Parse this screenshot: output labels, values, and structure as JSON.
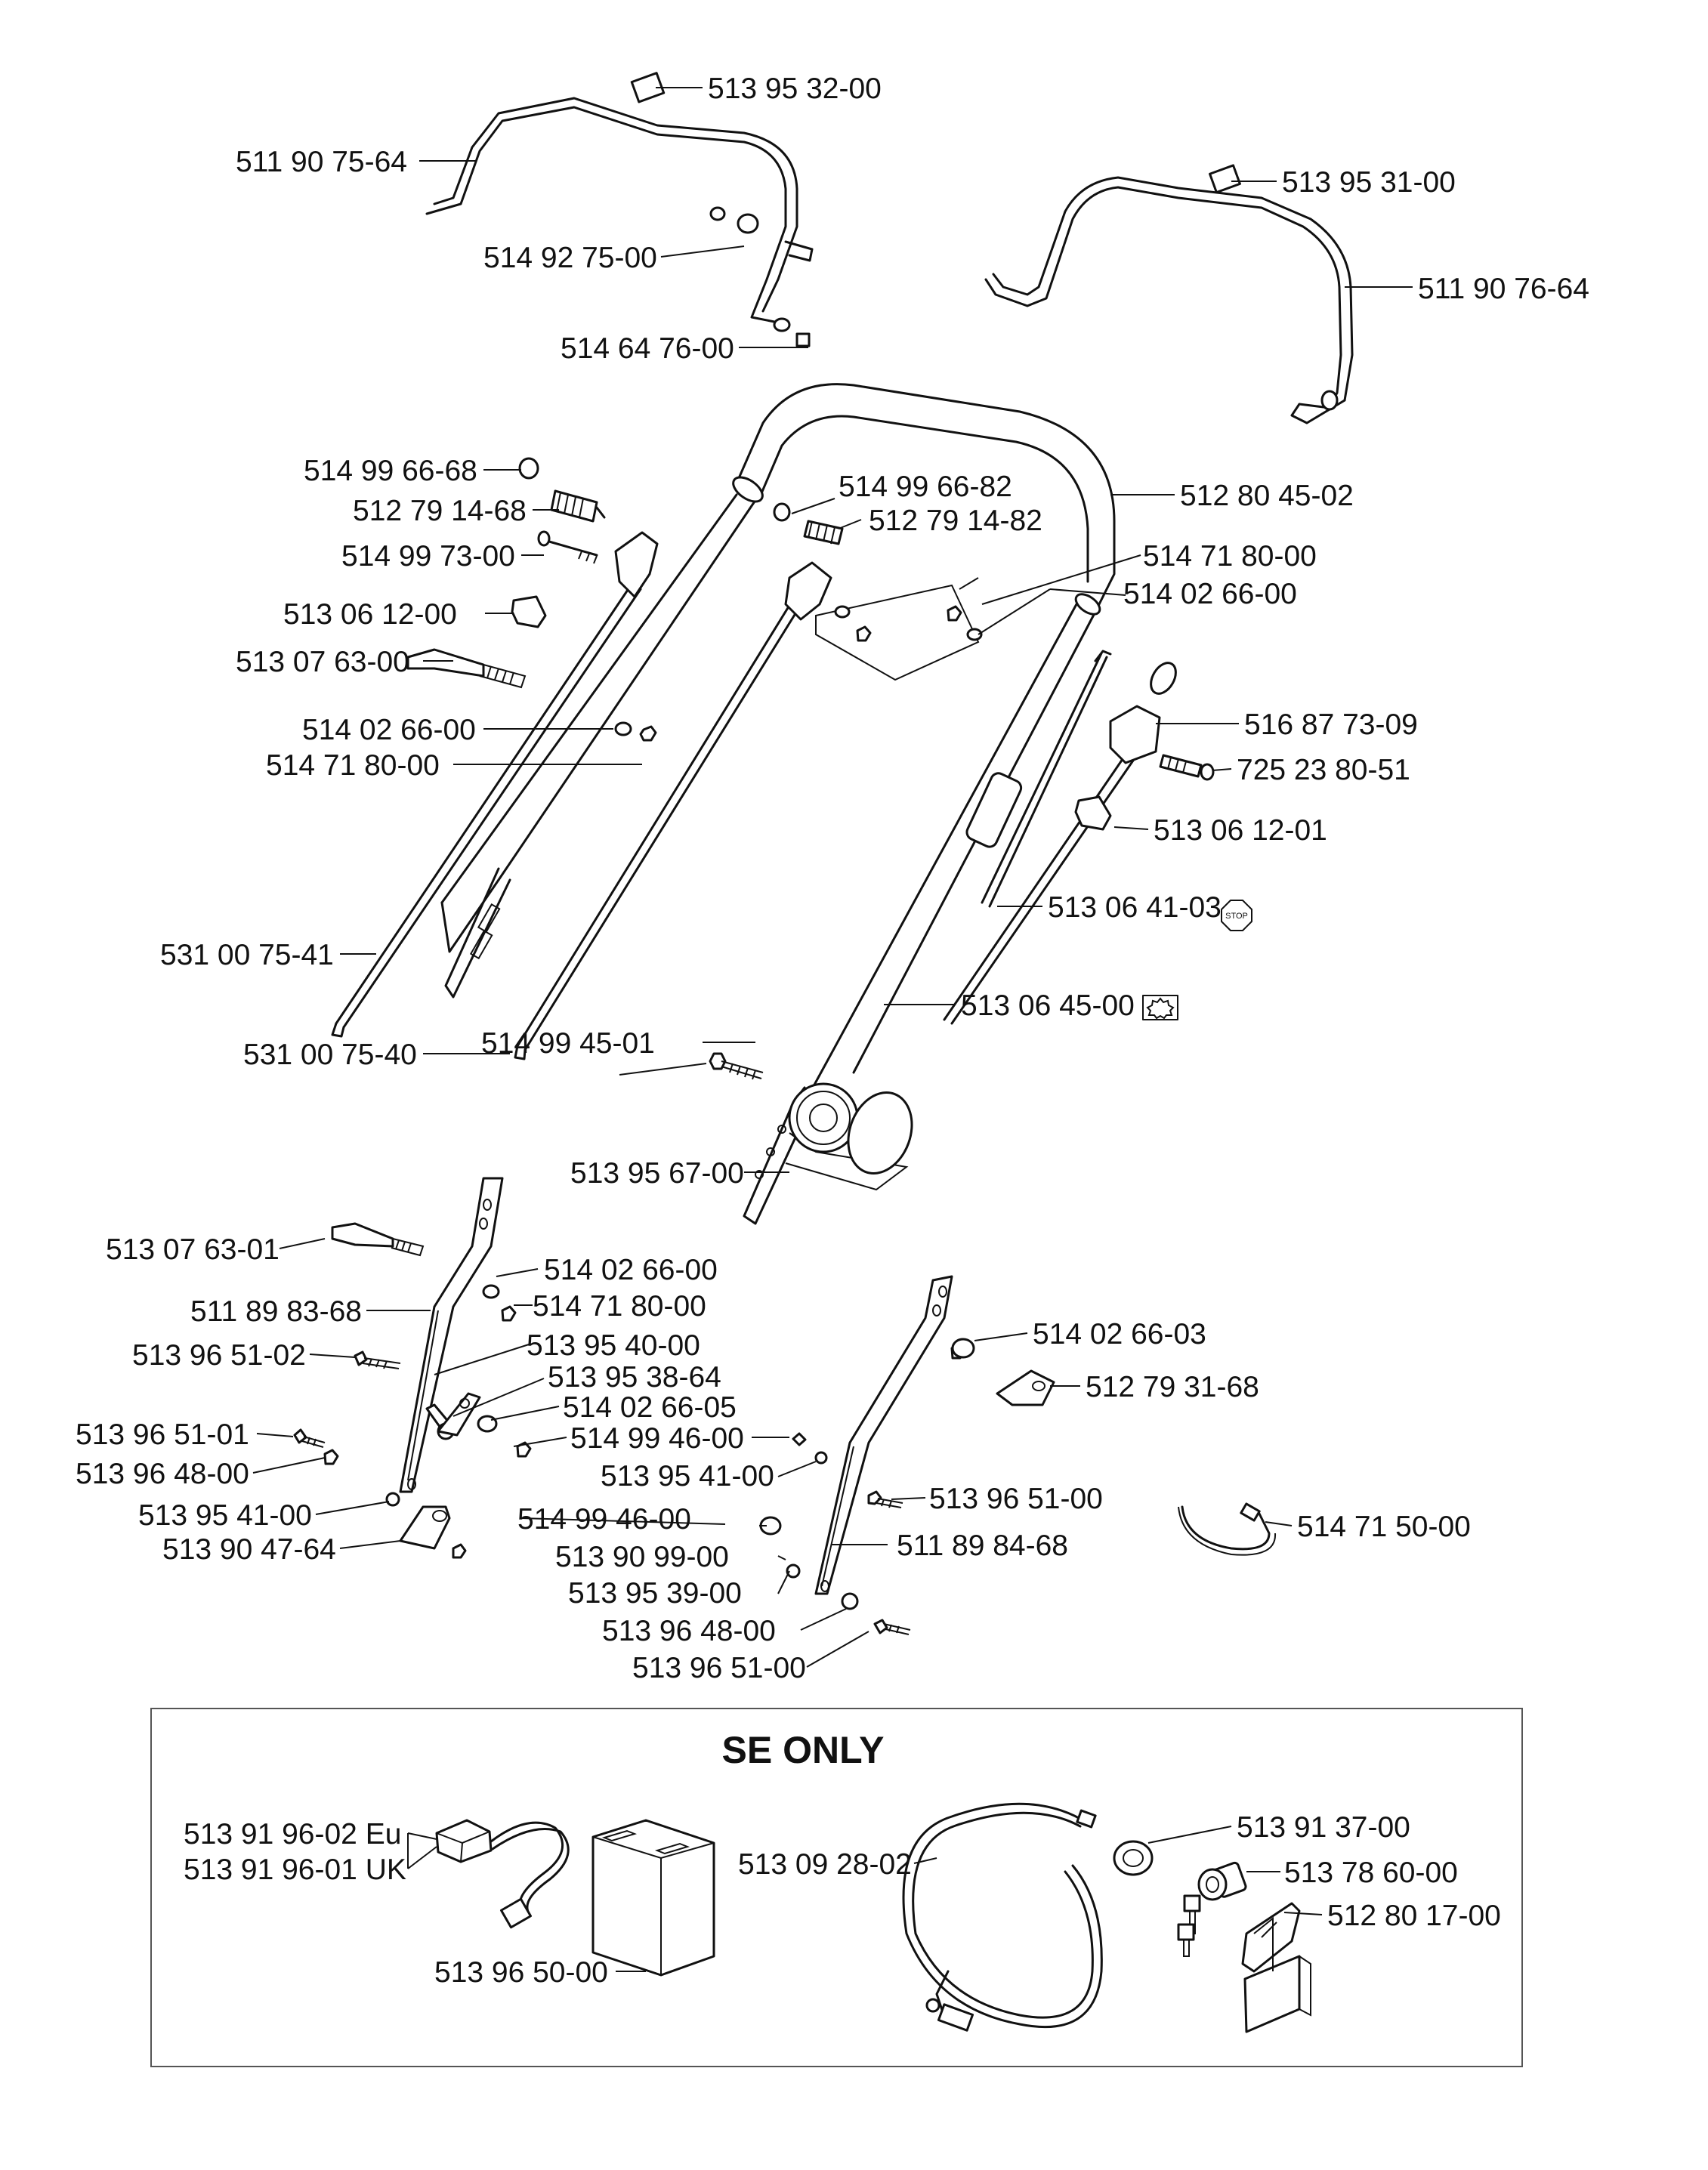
{
  "labels": {
    "p513953200": "513 95 32-00",
    "p511907564": "511 90 75-64",
    "p514927500": "514 92 75-00",
    "p514647600": "514 64 76-00",
    "p513953100": "513 95 31-00",
    "p511907664": "511 90 76-64",
    "p514996668": "514 99 66-68",
    "p512791468": "512 79 14-68",
    "p514997300": "514 99 73-00",
    "p513061200": "513 06 12-00",
    "p513076300": "513 07 63-00",
    "p514026600a": "514 02 66-00",
    "p514718000a": "514 71 80-00",
    "p531007541": "531 00 75-41",
    "p531007540": "531 00 75-40",
    "p514996682": "514 99 66-82",
    "p512791482": "512 79 14-82",
    "p512804502": "512 80 45-02",
    "p514718000b": "514 71 80-00",
    "p514026600b": "514 02 66-00",
    "p516877309": "516 87 73-09",
    "p725238051": "725 23 80-51",
    "p513061201": "513 06 12-01",
    "p513064103": "513 06 41-03",
    "p513064500": "513 06 45-00",
    "p514994501": "514 99 45-01",
    "p513956700": "513 95 67-00",
    "p513076301": "513 07 63-01",
    "p511898368": "511 89 83-68",
    "p513965102": "513 96 51-02",
    "p513965101": "513 96 51-01",
    "p513964800a": "513 96 48-00",
    "p513954100a": "513 95 41-00",
    "p513904764": "513 90 47-64",
    "p514026600c": "514 02 66-00",
    "p514718000c": "514 71 80-00",
    "p513954000": "513 95 40-00",
    "p513953864": "513 95 38-64",
    "p514026605": "514 02 66-05",
    "p514994600a": "514 99 46-00",
    "p513954100b": "513 95 41-00",
    "p514994600b": "514 99 46-00",
    "p513909900": "513 90 99-00",
    "p513953900": "513 95 39-00",
    "p513964800b": "513 96 48-00",
    "p513965100a": "513 96 51-00",
    "p514026603": "514 02 66-03",
    "p512793168": "512 79 31-68",
    "p513965100b": "513 96 51-00",
    "p511898468": "511 89 84-68",
    "p514715000": "514 71 50-00"
  },
  "se_only": {
    "title": "SE ONLY",
    "p513919602": "513 91 96-02 Eu",
    "p513919601": "513 91 96-01 UK",
    "p513965000": "513 96 50-00",
    "p513092802": "513 09 28-02",
    "p513913700": "513 91 37-00",
    "p513786000": "513 78 60-00",
    "p512801700": "512 80 17-00"
  },
  "icons": {
    "stop": "STOP",
    "stop_icon": "stop-sign-icon",
    "engine_icon": "engine-gear-icon"
  }
}
